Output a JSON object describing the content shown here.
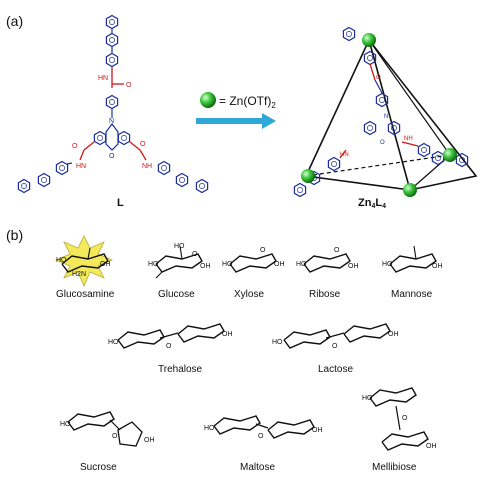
{
  "panel_a": {
    "label": "(a)",
    "ligand_label": "L",
    "reagent": {
      "equation": "= Zn(OTf)",
      "subscript": "2"
    },
    "cage": {
      "zn": "Zn",
      "zn_sub": "4",
      "l": "L",
      "l_sub": "4"
    },
    "ring_atoms": {
      "n": "N",
      "o": "O"
    },
    "amide": {
      "nh": "NH",
      "hn": "HN",
      "o": "O"
    }
  },
  "panel_b": {
    "label": "(b)",
    "row1": [
      "Glucosamine",
      "Glucose",
      "Xylose",
      "Ribose",
      "Mannose"
    ],
    "row2": [
      "Trehalose",
      "Lactose"
    ],
    "row3": [
      "Sucrose",
      "Maltose",
      "Mellibiose"
    ],
    "atom_labels": {
      "oh": "OH",
      "ho": "HO",
      "o": "O",
      "nh2": "H2N"
    }
  },
  "colors": {
    "ligand_blue": "#1b2fa0",
    "amide_red": "#d01818",
    "arrow": "#2fa8d8",
    "zn_green": "#3fbf3f",
    "star_yellow": "#f2ea5a",
    "cage_edge": "#111111"
  }
}
